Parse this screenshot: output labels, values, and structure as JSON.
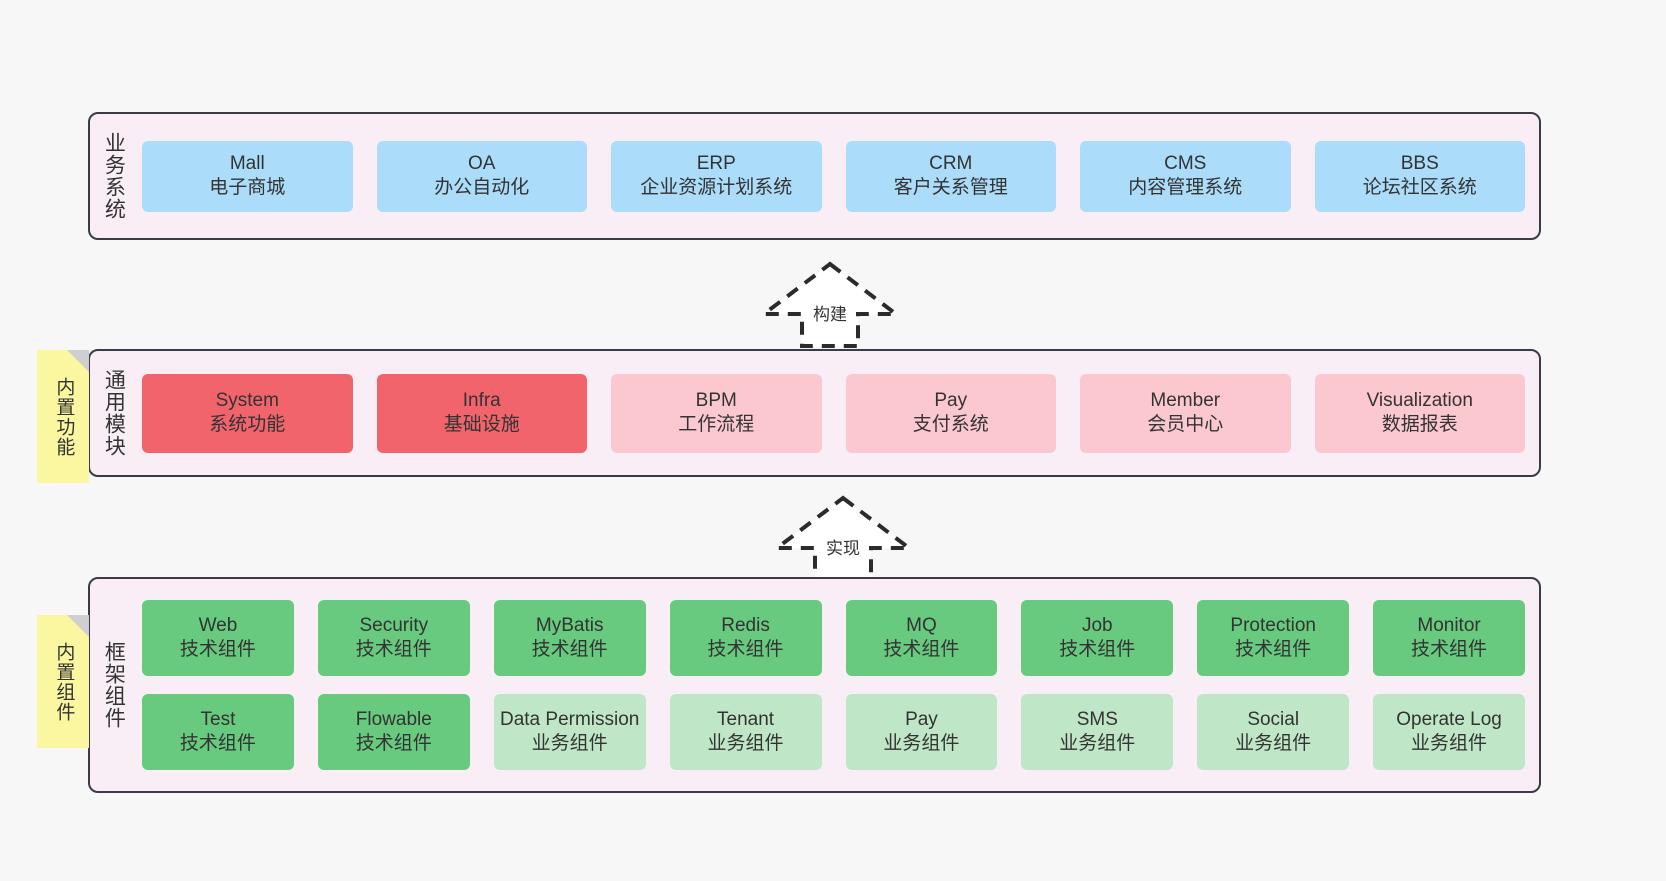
{
  "diagram": {
    "background_color": "#f7f7f7",
    "layer_fill": "#faeef6",
    "layer_border": "#3b3b47",
    "note_fill": "#faf7a0"
  },
  "notes": [
    {
      "id": "builtin-function",
      "text": "内置功能"
    },
    {
      "id": "builtin-component",
      "text": "内置组件"
    }
  ],
  "connectors": [
    {
      "id": "build",
      "label": "构建",
      "style": "dashed-hollow-arrow-up"
    },
    {
      "id": "realize",
      "label": "实现",
      "style": "dashed-hollow-arrow-up"
    }
  ],
  "layers": [
    {
      "id": "business-system",
      "title": "业务系统",
      "color": "#abdcfa",
      "rows": [
        {
          "cells": [
            {
              "name": "Mall",
              "sub": "电子商城",
              "color": "#abdcfa"
            },
            {
              "name": "OA",
              "sub": "办公自动化",
              "color": "#abdcfa"
            },
            {
              "name": "ERP",
              "sub": "企业资源计划系统",
              "color": "#abdcfa"
            },
            {
              "name": "CRM",
              "sub": "客户关系管理",
              "color": "#abdcfa"
            },
            {
              "name": "CMS",
              "sub": "内容管理系统",
              "color": "#abdcfa"
            },
            {
              "name": "BBS",
              "sub": "论坛社区系统",
              "color": "#abdcfa"
            }
          ]
        }
      ]
    },
    {
      "id": "common-module",
      "title": "通用模块",
      "color": "#fbc8cf",
      "rows": [
        {
          "cells": [
            {
              "name": "System",
              "sub": "系统功能",
              "color": "#f1646c"
            },
            {
              "name": "Infra",
              "sub": "基础设施",
              "color": "#f1646c"
            },
            {
              "name": "BPM",
              "sub": "工作流程",
              "color": "#fbc8cf"
            },
            {
              "name": "Pay",
              "sub": "支付系统",
              "color": "#fbc8cf"
            },
            {
              "name": "Member",
              "sub": "会员中心",
              "color": "#fbc8cf"
            },
            {
              "name": "Visualization",
              "sub": "数据报表",
              "color": "#fbc8cf"
            }
          ]
        }
      ]
    },
    {
      "id": "framework-component",
      "title": "框架组件",
      "color": "#68ca7e",
      "rows": [
        {
          "cells": [
            {
              "name": "Web",
              "sub": "技术组件",
              "color": "#68ca7e"
            },
            {
              "name": "Security",
              "sub": "技术组件",
              "color": "#68ca7e"
            },
            {
              "name": "MyBatis",
              "sub": "技术组件",
              "color": "#68ca7e"
            },
            {
              "name": "Redis",
              "sub": "技术组件",
              "color": "#68ca7e"
            },
            {
              "name": "MQ",
              "sub": "技术组件",
              "color": "#68ca7e"
            },
            {
              "name": "Job",
              "sub": "技术组件",
              "color": "#68ca7e"
            },
            {
              "name": "Protection",
              "sub": "技术组件",
              "color": "#68ca7e"
            },
            {
              "name": "Monitor",
              "sub": "技术组件",
              "color": "#68ca7e"
            }
          ]
        },
        {
          "cells": [
            {
              "name": "Test",
              "sub": "技术组件",
              "color": "#68ca7e"
            },
            {
              "name": "Flowable",
              "sub": "技术组件",
              "color": "#68ca7e"
            },
            {
              "name": "Data Permission",
              "sub": "业务组件",
              "color": "#bfe7c7"
            },
            {
              "name": "Tenant",
              "sub": "业务组件",
              "color": "#bfe7c7"
            },
            {
              "name": "Pay",
              "sub": "业务组件",
              "color": "#bfe7c7"
            },
            {
              "name": "SMS",
              "sub": "业务组件",
              "color": "#bfe7c7"
            },
            {
              "name": "Social",
              "sub": "业务组件",
              "color": "#bfe7c7"
            },
            {
              "name": "Operate Log",
              "sub": "业务组件",
              "color": "#bfe7c7"
            }
          ]
        }
      ]
    }
  ]
}
